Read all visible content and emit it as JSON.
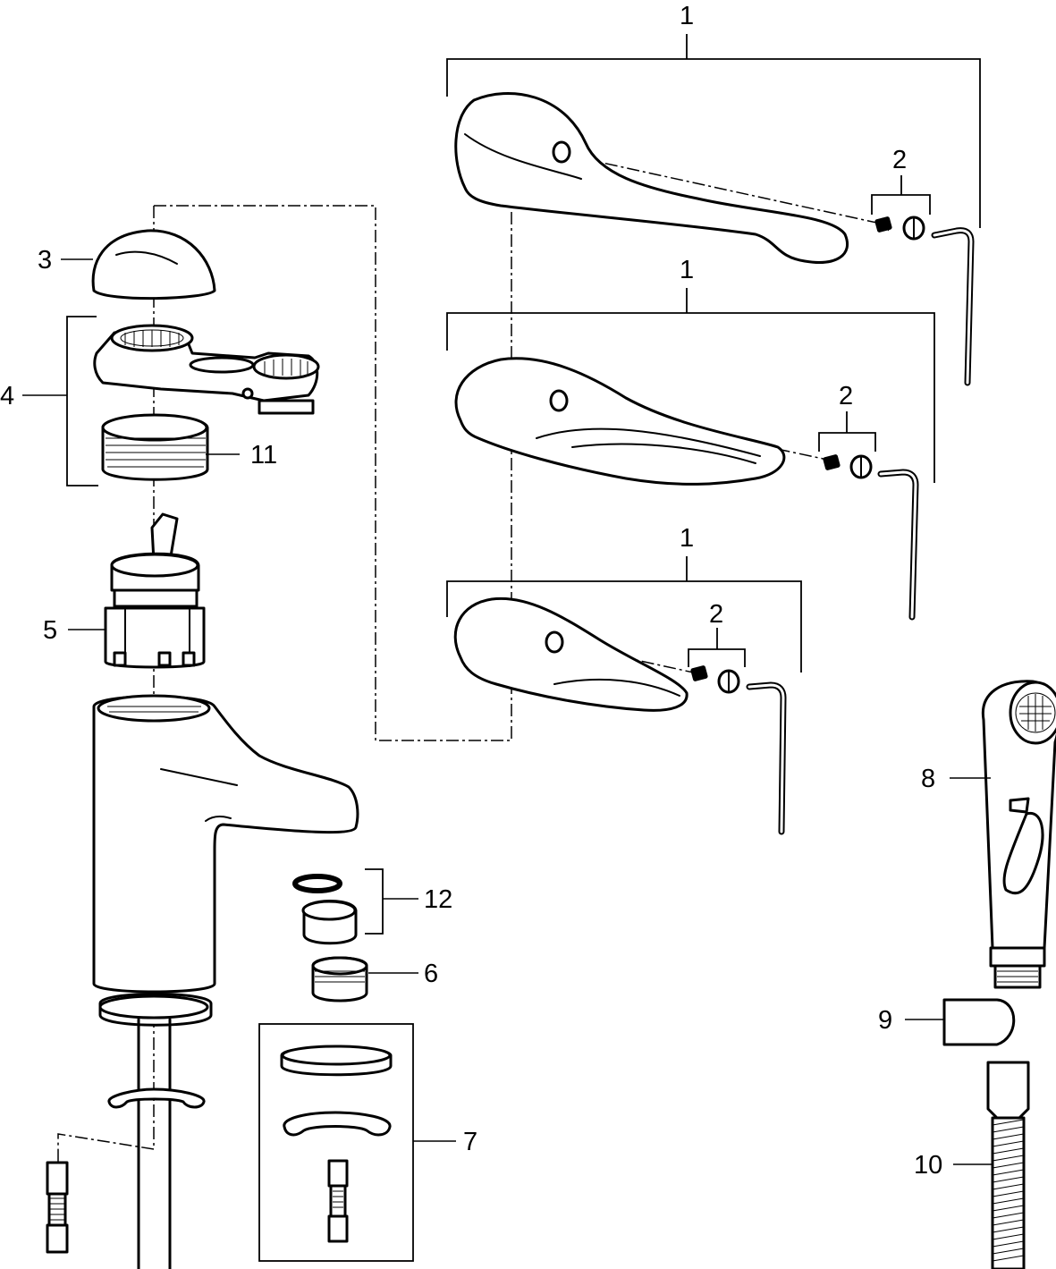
{
  "diagram": {
    "callouts": {
      "lever_long": "1",
      "lever_medium": "1",
      "lever_short": "1",
      "screw_set_long": "2",
      "screw_set_medium": "2",
      "screw_set_short": "2",
      "cap": "3",
      "bracket_assembly": "4",
      "cartridge": "5",
      "aerator": "6",
      "mounting_kit": "7",
      "hand_shower": "8",
      "shower_holder": "9",
      "hose": "10",
      "nut": "11",
      "aerator_set": "12"
    }
  }
}
